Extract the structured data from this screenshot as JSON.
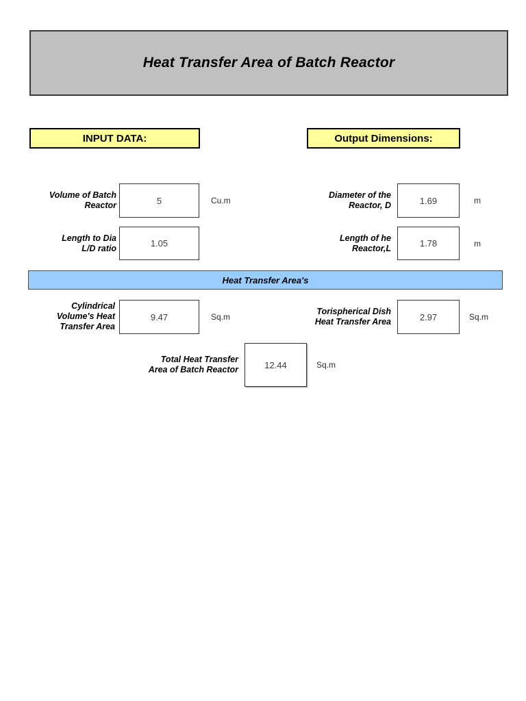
{
  "title": "Heat Transfer Area of Batch Reactor",
  "sections": {
    "input_header": "INPUT DATA:",
    "output_header": "Output Dimensions:",
    "areas_banner": "Heat Transfer Area's"
  },
  "colors": {
    "title_fill": "#c0c0c0",
    "chip_fill": "#ffff99",
    "banner_fill": "#99ccff",
    "box_fill": "#ffffff",
    "border": "#333333"
  },
  "input_fields": [
    {
      "label_line1": "Volume of Batch",
      "label_line2": "Reactor",
      "value": "5",
      "unit": "Cu.m"
    },
    {
      "label_line1": "Length to Dia",
      "label_line2": "L/D ratio",
      "value": "1.05",
      "unit": ""
    }
  ],
  "output_fields": [
    {
      "label_line1": "Diameter of the",
      "label_line2": "Reactor, D",
      "value": "1.69",
      "unit": "m"
    },
    {
      "label_line1": "Length of he",
      "label_line2": "Reactor,L",
      "value": "1.78",
      "unit": "m"
    }
  ],
  "area_fields": [
    {
      "label_line1": "Cylindrical",
      "label_line2": "Volume's Heat",
      "label_line3": "Transfer Area",
      "value": "9.47",
      "unit": "Sq.m"
    },
    {
      "label_line1": "Torispherical Dish",
      "label_line2": "Heat Transfer Area",
      "label_line3": "",
      "value": "2.97",
      "unit": "Sq.m"
    }
  ],
  "total_field": {
    "label_line1": "Total Heat Transfer",
    "label_line2": "Area of Batch Reactor",
    "value": "12.44",
    "unit": "Sq.m"
  }
}
